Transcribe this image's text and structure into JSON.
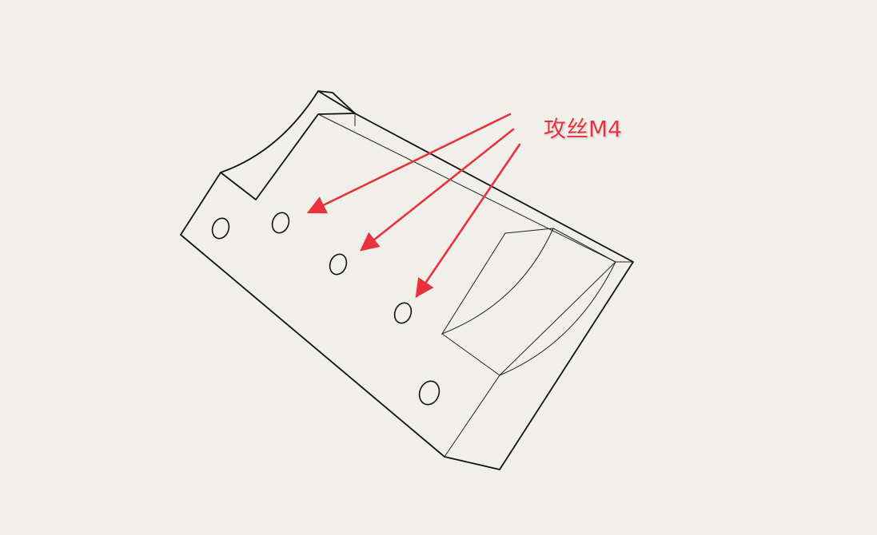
{
  "callout": {
    "label": "攻丝M4",
    "color": "#e8323c"
  },
  "part": {
    "hole_count": 5,
    "tapped_hole_count": 3
  }
}
